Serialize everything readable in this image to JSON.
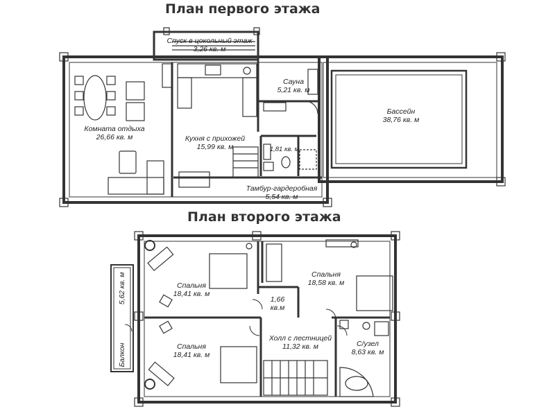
{
  "titles": {
    "floor1": "План первого этажа",
    "floor2": "План второго этажа"
  },
  "floor1_rooms": {
    "basement_stairs": {
      "name": "Спуск в цокольный этаж",
      "area": "3,26 кв. м"
    },
    "sauna": {
      "name": "Сауна",
      "area": "5,21 кв. м"
    },
    "pool": {
      "name": "Бассейн",
      "area": "38,76 кв. м"
    },
    "lounge": {
      "name": "Комната отдыха",
      "area": "26,66 кв. м"
    },
    "kitchen": {
      "name": "Кухня с прихожей",
      "area": "15,99 кв. м"
    },
    "wc": {
      "area": "1,81 кв. м"
    },
    "vestibule": {
      "name": "Тамбур-гардеробная",
      "area": "5,54 кв. м"
    }
  },
  "floor2_rooms": {
    "balcony": {
      "name": "Балкон",
      "area": "5,62 кв. м"
    },
    "bedroom_1": {
      "name": "Спальня",
      "area": "18,41 кв. м"
    },
    "bedroom_2": {
      "name": "Спальня",
      "area": "18,58 кв. м"
    },
    "closet": {
      "area_line1": "1,66",
      "area_line2": "кв.м"
    },
    "bedroom_3": {
      "name": "Спальня",
      "area": "18,41 кв. м"
    },
    "hall": {
      "name": "Холл с лестницей",
      "area": "11,32 кв. м"
    },
    "bathroom": {
      "name": "С/узел",
      "area": "8,63 кв. м"
    }
  }
}
